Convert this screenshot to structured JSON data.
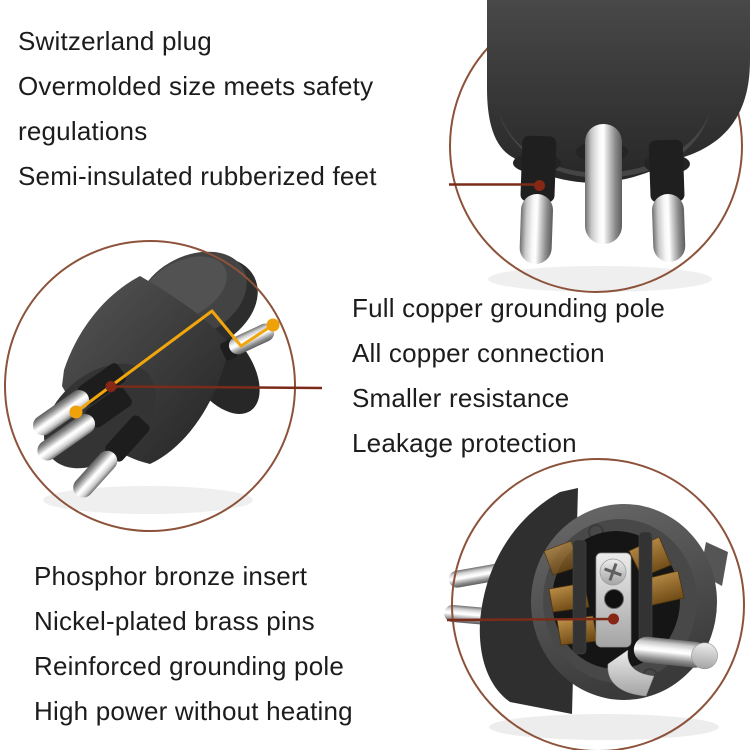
{
  "text_blocks": {
    "top_left": {
      "lines": [
        "Switzerland plug",
        "Overmolded size meets safety",
        "regulations",
        "Semi-insulated rubberized feet"
      ]
    },
    "middle_right": {
      "lines": [
        "Full copper grounding pole",
        "All copper connection",
        "Smaller resistance",
        "Leakage protection"
      ]
    },
    "bottom_left": {
      "lines": [
        "Phosphor bronze insert",
        "Nickel-plated brass pins",
        "Reinforced grounding pole",
        "High power without heating"
      ]
    }
  },
  "colors": {
    "background": "#ffffff",
    "text": "#1c1c1c",
    "frame_circle": "#8c523a",
    "callout_line": "#7b2c18",
    "callout_dot": "#872715",
    "highlight_line": "#f0a60c",
    "highlight_dot": "#efa10a"
  }
}
